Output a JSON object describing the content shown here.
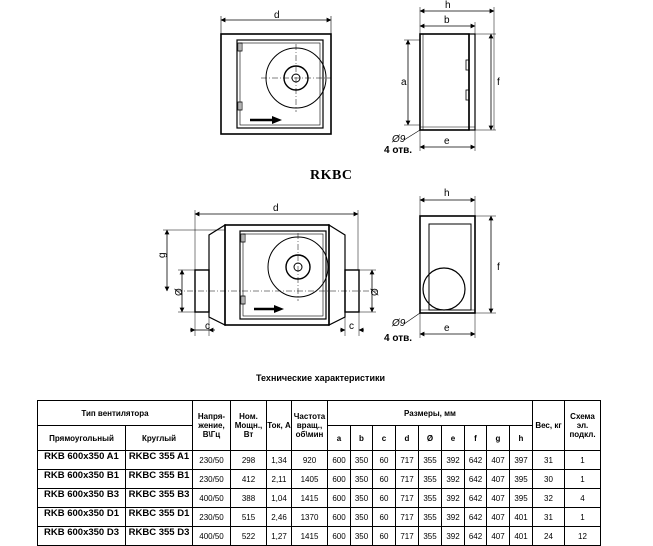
{
  "drawings": {
    "labels": {
      "d": "d",
      "a": "a",
      "b": "b",
      "c": "c",
      "e": "e",
      "f": "f",
      "h": "h",
      "phi": "Ø",
      "hole": "Ø9",
      "holes_count": "4 отв."
    }
  },
  "model_title": "RKBC",
  "table": {
    "caption": "Технические характеристики",
    "headers": {
      "type": "Тип вентилятора",
      "rect": "Прямоугольный",
      "round": "Круглый",
      "voltage": "Напря-жение, В\\Гц",
      "power": "Ном. Мощн., Вт",
      "current": "Ток, А",
      "speed": "Частота вращ., об\\мин",
      "dims": "Размеры, мм",
      "weight": "Вес, кг",
      "scheme": "Схема эл. подкл.",
      "dim_cols": [
        "a",
        "b",
        "c",
        "d",
        "Ø",
        "e",
        "f",
        "g",
        "h"
      ]
    },
    "rows": [
      {
        "rect": "RKB 600x350 A1",
        "round": "RKBC 355 A1",
        "voltage": "230/50",
        "power": "298",
        "current": "1,34",
        "speed": "920",
        "dims": [
          "600",
          "350",
          "60",
          "717",
          "355",
          "392",
          "642",
          "407",
          "397"
        ],
        "weight": "31",
        "scheme": "1"
      },
      {
        "rect": "RKB 600x350 B1",
        "round": "RKBC 355 B1",
        "voltage": "230/50",
        "power": "412",
        "current": "2,11",
        "speed": "1405",
        "dims": [
          "600",
          "350",
          "60",
          "717",
          "355",
          "392",
          "642",
          "407",
          "395"
        ],
        "weight": "30",
        "scheme": "1"
      },
      {
        "rect": "RKB 600x350 B3",
        "round": "RKBC 355 B3",
        "voltage": "400/50",
        "power": "388",
        "current": "1,04",
        "speed": "1415",
        "dims": [
          "600",
          "350",
          "60",
          "717",
          "355",
          "392",
          "642",
          "407",
          "395"
        ],
        "weight": "32",
        "scheme": "4"
      },
      {
        "rect": "RKB 600x350 D1",
        "round": "RKBC 355 D1",
        "voltage": "230/50",
        "power": "515",
        "current": "2,46",
        "speed": "1370",
        "dims": [
          "600",
          "350",
          "60",
          "717",
          "355",
          "392",
          "642",
          "407",
          "401"
        ],
        "weight": "31",
        "scheme": "1"
      },
      {
        "rect": "RKB 600x350 D3",
        "round": "RKBC 355 D3",
        "voltage": "400/50",
        "power": "522",
        "current": "1,27",
        "speed": "1415",
        "dims": [
          "600",
          "350",
          "60",
          "717",
          "355",
          "392",
          "642",
          "407",
          "401"
        ],
        "weight": "24",
        "scheme": "12"
      }
    ]
  }
}
